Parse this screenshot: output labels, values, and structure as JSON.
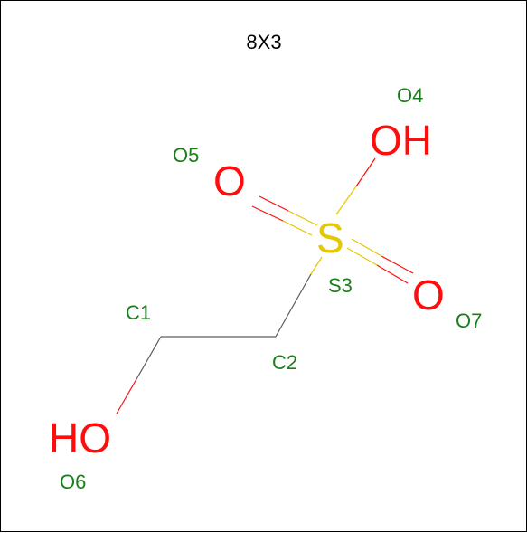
{
  "title": "8X3",
  "colors": {
    "oxygen": "#ff0d0d",
    "sulfur": "#e6c700",
    "carbon_bond": "#5a5a5a",
    "label": "#1a7f1a",
    "title": "#000000"
  },
  "atoms": {
    "o4_symbol": "OH",
    "o5_symbol": "O",
    "s3_symbol": "S",
    "o7_symbol": "O",
    "o6_symbol": "HO"
  },
  "labels": {
    "o4": "O4",
    "o5": "O5",
    "s3": "S3",
    "o7": "O7",
    "c1": "C1",
    "c2": "C2",
    "o6": "O6"
  }
}
